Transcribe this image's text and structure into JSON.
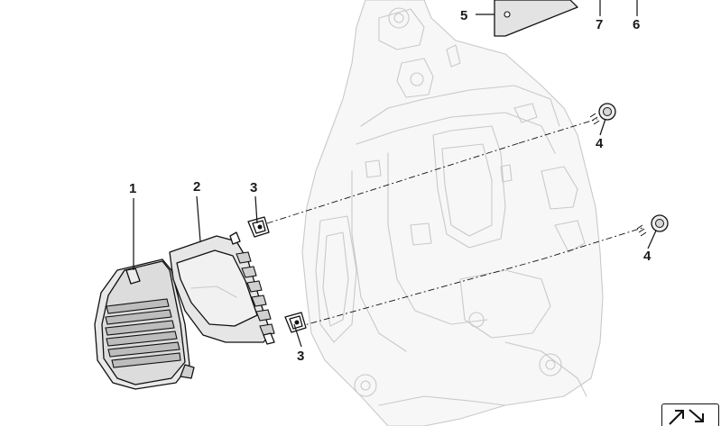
{
  "callouts": {
    "c1": "1",
    "c2": "2",
    "c3a": "3",
    "c3b": "3",
    "c4a": "4",
    "c4b": "4",
    "c5": "5",
    "c6": "6",
    "c7": "7"
  },
  "icons": {
    "nav": "arrow-nav-icon"
  },
  "colors": {
    "line": "#111111",
    "ghost": "#c9c9c9",
    "part_fill": "#e6e6e6"
  }
}
